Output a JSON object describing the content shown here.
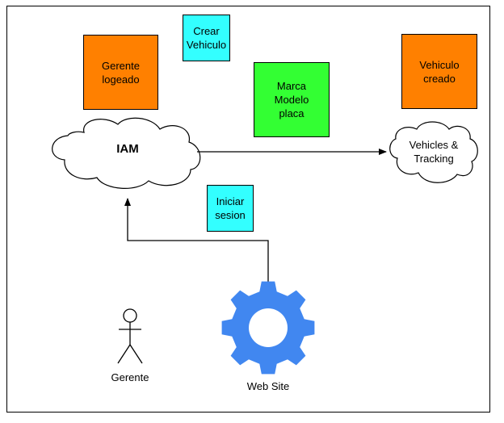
{
  "colors": {
    "orange": "#FF8000",
    "cyan": "#33FFFF",
    "green": "#33FF33",
    "gear": "#4187F0",
    "stroke": "#000000"
  },
  "nodes": {
    "gerente_logeado": "Gerente\nlogeado",
    "crear_vehiculo": "Crear\nVehiculo",
    "marca_modelo_placa": "Marca\nModelo\nplaca",
    "vehiculo_creado": "Vehiculo\ncreado",
    "iam": "IAM",
    "vehicles_tracking": "Vehicles &\nTracking",
    "iniciar_sesion": "Iniciar\nsesion",
    "gerente": "Gerente",
    "web_site": "Web Site"
  },
  "icons": {
    "actor": "person-icon",
    "gear": "gear-icon"
  }
}
